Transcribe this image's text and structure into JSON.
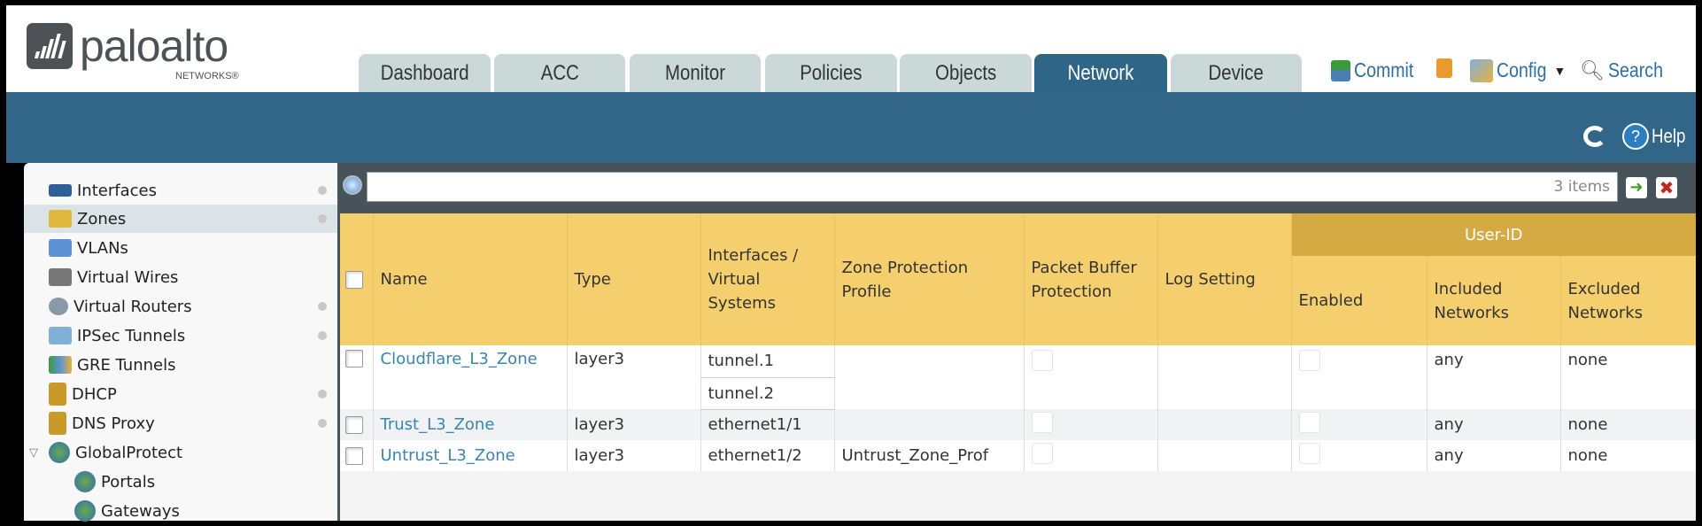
{
  "brand": {
    "name": "paloalto",
    "sub": "NETWORKS®"
  },
  "tabs": [
    {
      "label": "Dashboard"
    },
    {
      "label": "ACC"
    },
    {
      "label": "Monitor"
    },
    {
      "label": "Policies"
    },
    {
      "label": "Objects"
    },
    {
      "label": "Network",
      "active": true
    },
    {
      "label": "Device"
    }
  ],
  "toolbar": {
    "commit": "Commit",
    "config": "Config",
    "search": "Search",
    "help": "Help"
  },
  "sidebar": {
    "items": [
      {
        "label": "Interfaces",
        "icon": "interfaces-icon"
      },
      {
        "label": "Zones",
        "icon": "zones-icon",
        "selected": true
      },
      {
        "label": "VLANs",
        "icon": "vlans-icon"
      },
      {
        "label": "Virtual Wires",
        "icon": "virtual-wires-icon"
      },
      {
        "label": "Virtual Routers",
        "icon": "router-icon"
      },
      {
        "label": "IPSec Tunnels",
        "icon": "ipsec-icon"
      },
      {
        "label": "GRE Tunnels",
        "icon": "gre-icon"
      },
      {
        "label": "DHCP",
        "icon": "dhcp-icon"
      },
      {
        "label": "DNS Proxy",
        "icon": "dns-icon"
      },
      {
        "label": "GlobalProtect",
        "icon": "globalprotect-icon"
      },
      {
        "label": "Portals",
        "icon": "portals-icon"
      },
      {
        "label": "Gateways",
        "icon": "gateways-icon"
      }
    ]
  },
  "search": {
    "value": "",
    "count": "3 items"
  },
  "table": {
    "group_header": "User-ID",
    "headers": {
      "name": "Name",
      "type": "Type",
      "interfaces": "Interfaces / Virtual Systems",
      "zpp": "Zone Protection Profile",
      "pbp": "Packet Buffer Protection",
      "log": "Log Setting",
      "enabled": "Enabled",
      "included": "Included Networks",
      "excluded": "Excluded Networks"
    },
    "rows": [
      {
        "name": "Cloudflare_L3_Zone",
        "type": "layer3",
        "interfaces": [
          "tunnel.1",
          "tunnel.2"
        ],
        "zpp": "",
        "log": "",
        "included": "any",
        "excluded": "none"
      },
      {
        "name": "Trust_L3_Zone",
        "type": "layer3",
        "interfaces": [
          "ethernet1/1"
        ],
        "zpp": "",
        "log": "",
        "included": "any",
        "excluded": "none"
      },
      {
        "name": "Untrust_L3_Zone",
        "type": "layer3",
        "interfaces": [
          "ethernet1/2"
        ],
        "zpp": "Untrust_Zone_Prof",
        "log": "",
        "included": "any",
        "excluded": "none"
      }
    ]
  },
  "colors": {
    "accent": "#326688",
    "header": "#f5cf6e",
    "group_header": "#d6aa43",
    "link": "#3a85ad"
  }
}
